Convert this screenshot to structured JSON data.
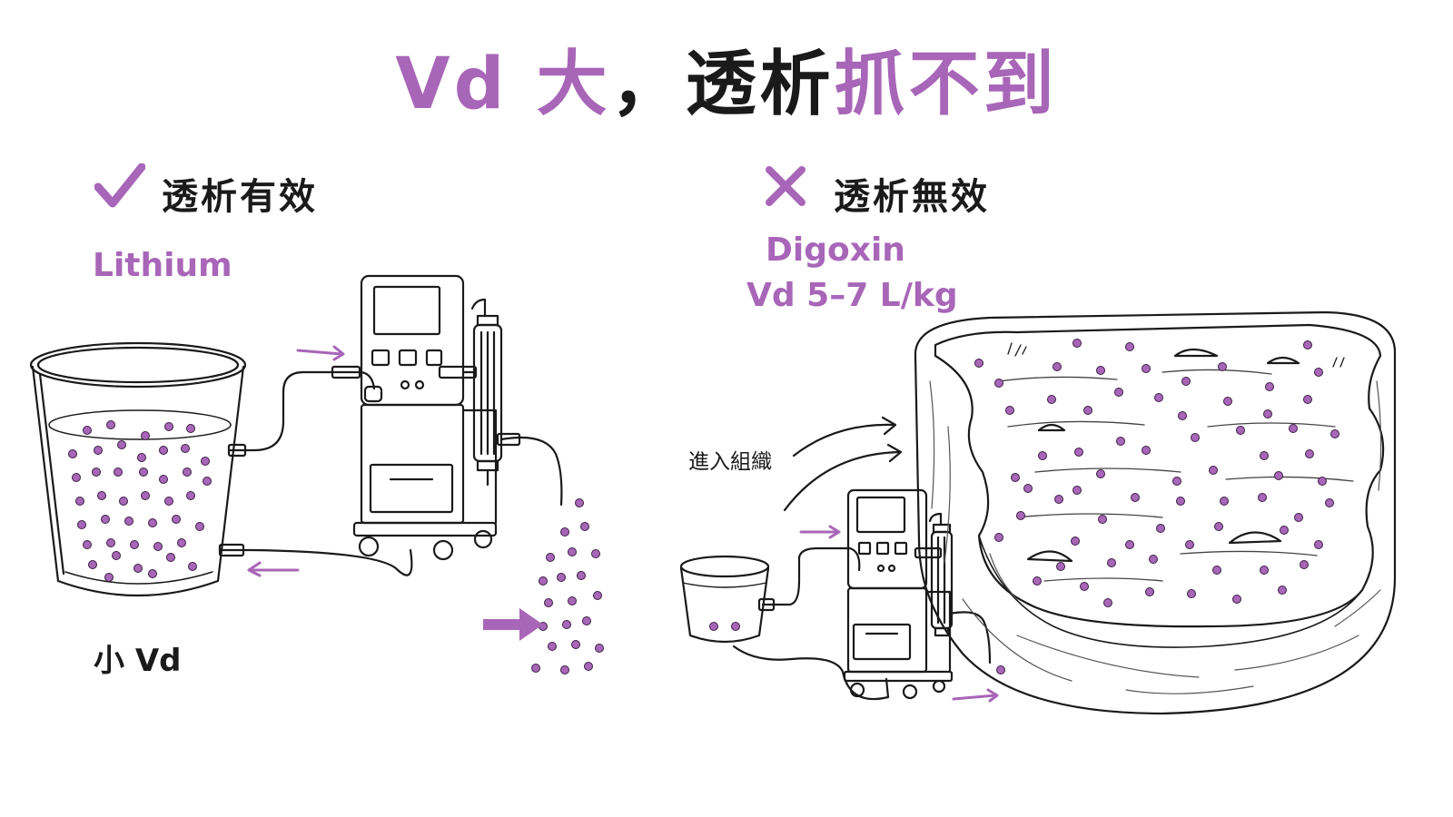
{
  "colors": {
    "accent": "#a866b8",
    "ink": "#1a1a1a"
  },
  "title": {
    "part1": "Vd 大",
    "part2": "，透析",
    "part3": "抓不到"
  },
  "left": {
    "status_icon": "check-icon",
    "heading": "透析有效",
    "drug": "Lithium",
    "caption": "小 Vd"
  },
  "right": {
    "status_icon": "cross-icon",
    "heading": "透析無效",
    "drug": "Digoxin",
    "vd": "Vd 5–7 L/kg",
    "annotation": "進入組織"
  }
}
